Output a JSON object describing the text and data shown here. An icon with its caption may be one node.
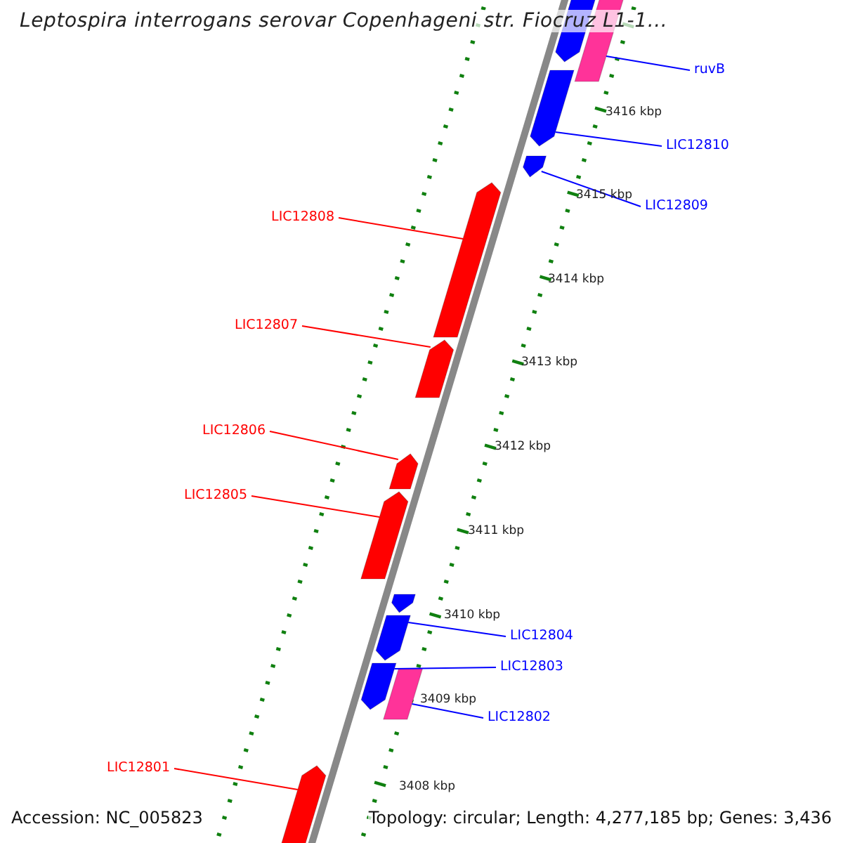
{
  "diagram": {
    "title": "Leptospira interrogans serovar Copenhageni str. Fiocruz L1-1...",
    "nodes": [
      {
        "text": [
          "ruvB"
        ]
      },
      {
        "text": [],
        "shape": "bar"
      },
      {
        "text": [],
        "shape": "bar"
      },
      {
        "text": [
          "LIC12810"
        ]
      },
      {
        "text": [],
        "shape": "bar"
      },
      {
        "text": [
          "LIC12809"
        ]
      },
      {
        "text": [],
        "shape": "bar"
      },
      {
        "text": [
          "LIC12808"
        ]
      },
      {
        "text": [],
        "shape": "bar"
      },
      {
        "text": [
          "LIC12807"
        ]
      },
      {
        "text": [],
        "shape": "bar"
      },
      {
        "text": [
          "LIC12806"
        ]
      },
      {
        "text": [],
        "shape": "bar"
      },
      {
        "text": [
          "LIC12805"
        ]
      },
      {
        "text": [],
        "shape": "bar"
      },
      {
        "text": [],
        "shape": "bar"
      },
      {
        "text": [
          "LIC12804"
        ]
      },
      {
        "text": [],
        "shape": "bar"
      },
      {
        "text": [
          "LIC12803"
        ]
      },
      {
        "text": [],
        "shape": "bar"
      },
      {
        "text": [
          "LIC12802"
        ]
      },
      {
        "text": [],
        "shape": "bar"
      },
      {
        "text": [
          "LIC12801"
        ]
      },
      {
        "text": [],
        "shape": "bar"
      }
    ],
    "edges": [
      {
        "from": 0,
        "to": 2,
        "arrow": "none"
      },
      {
        "from": 3,
        "to": 4,
        "arrow": "none"
      },
      {
        "from": 5,
        "to": 6,
        "arrow": "none"
      },
      {
        "from": 7,
        "to": 8,
        "arrow": "none",
        "color": "#ff0000"
      },
      {
        "from": 9,
        "to": 10,
        "arrow": "none",
        "color": "#ff0000"
      },
      {
        "from": 11,
        "to": 12,
        "arrow": "none",
        "color": "#ff0000"
      },
      {
        "from": 13,
        "to": 14,
        "arrow": "none",
        "color": "#ff0000"
      },
      {
        "from": 16,
        "to": 17,
        "arrow": "none"
      },
      {
        "from": 18,
        "to": 19,
        "arrow": "none"
      },
      {
        "from": 20,
        "to": 21,
        "arrow": "none"
      },
      {
        "from": 22,
        "to": 23,
        "arrow": "none",
        "color": "#ff0000"
      }
    ],
    "labels": [
      "3416 kbp",
      "3415 kbp",
      "3414 kbp",
      "3413 kbp",
      "3412 kbp",
      "3411 kbp",
      "3410 kbp",
      "3409 kbp",
      "3408 kbp",
      "Accession: NC_005823",
      "Topology: circular; Length: 4,277,185 bp; Genes: 3,436"
    ]
  }
}
